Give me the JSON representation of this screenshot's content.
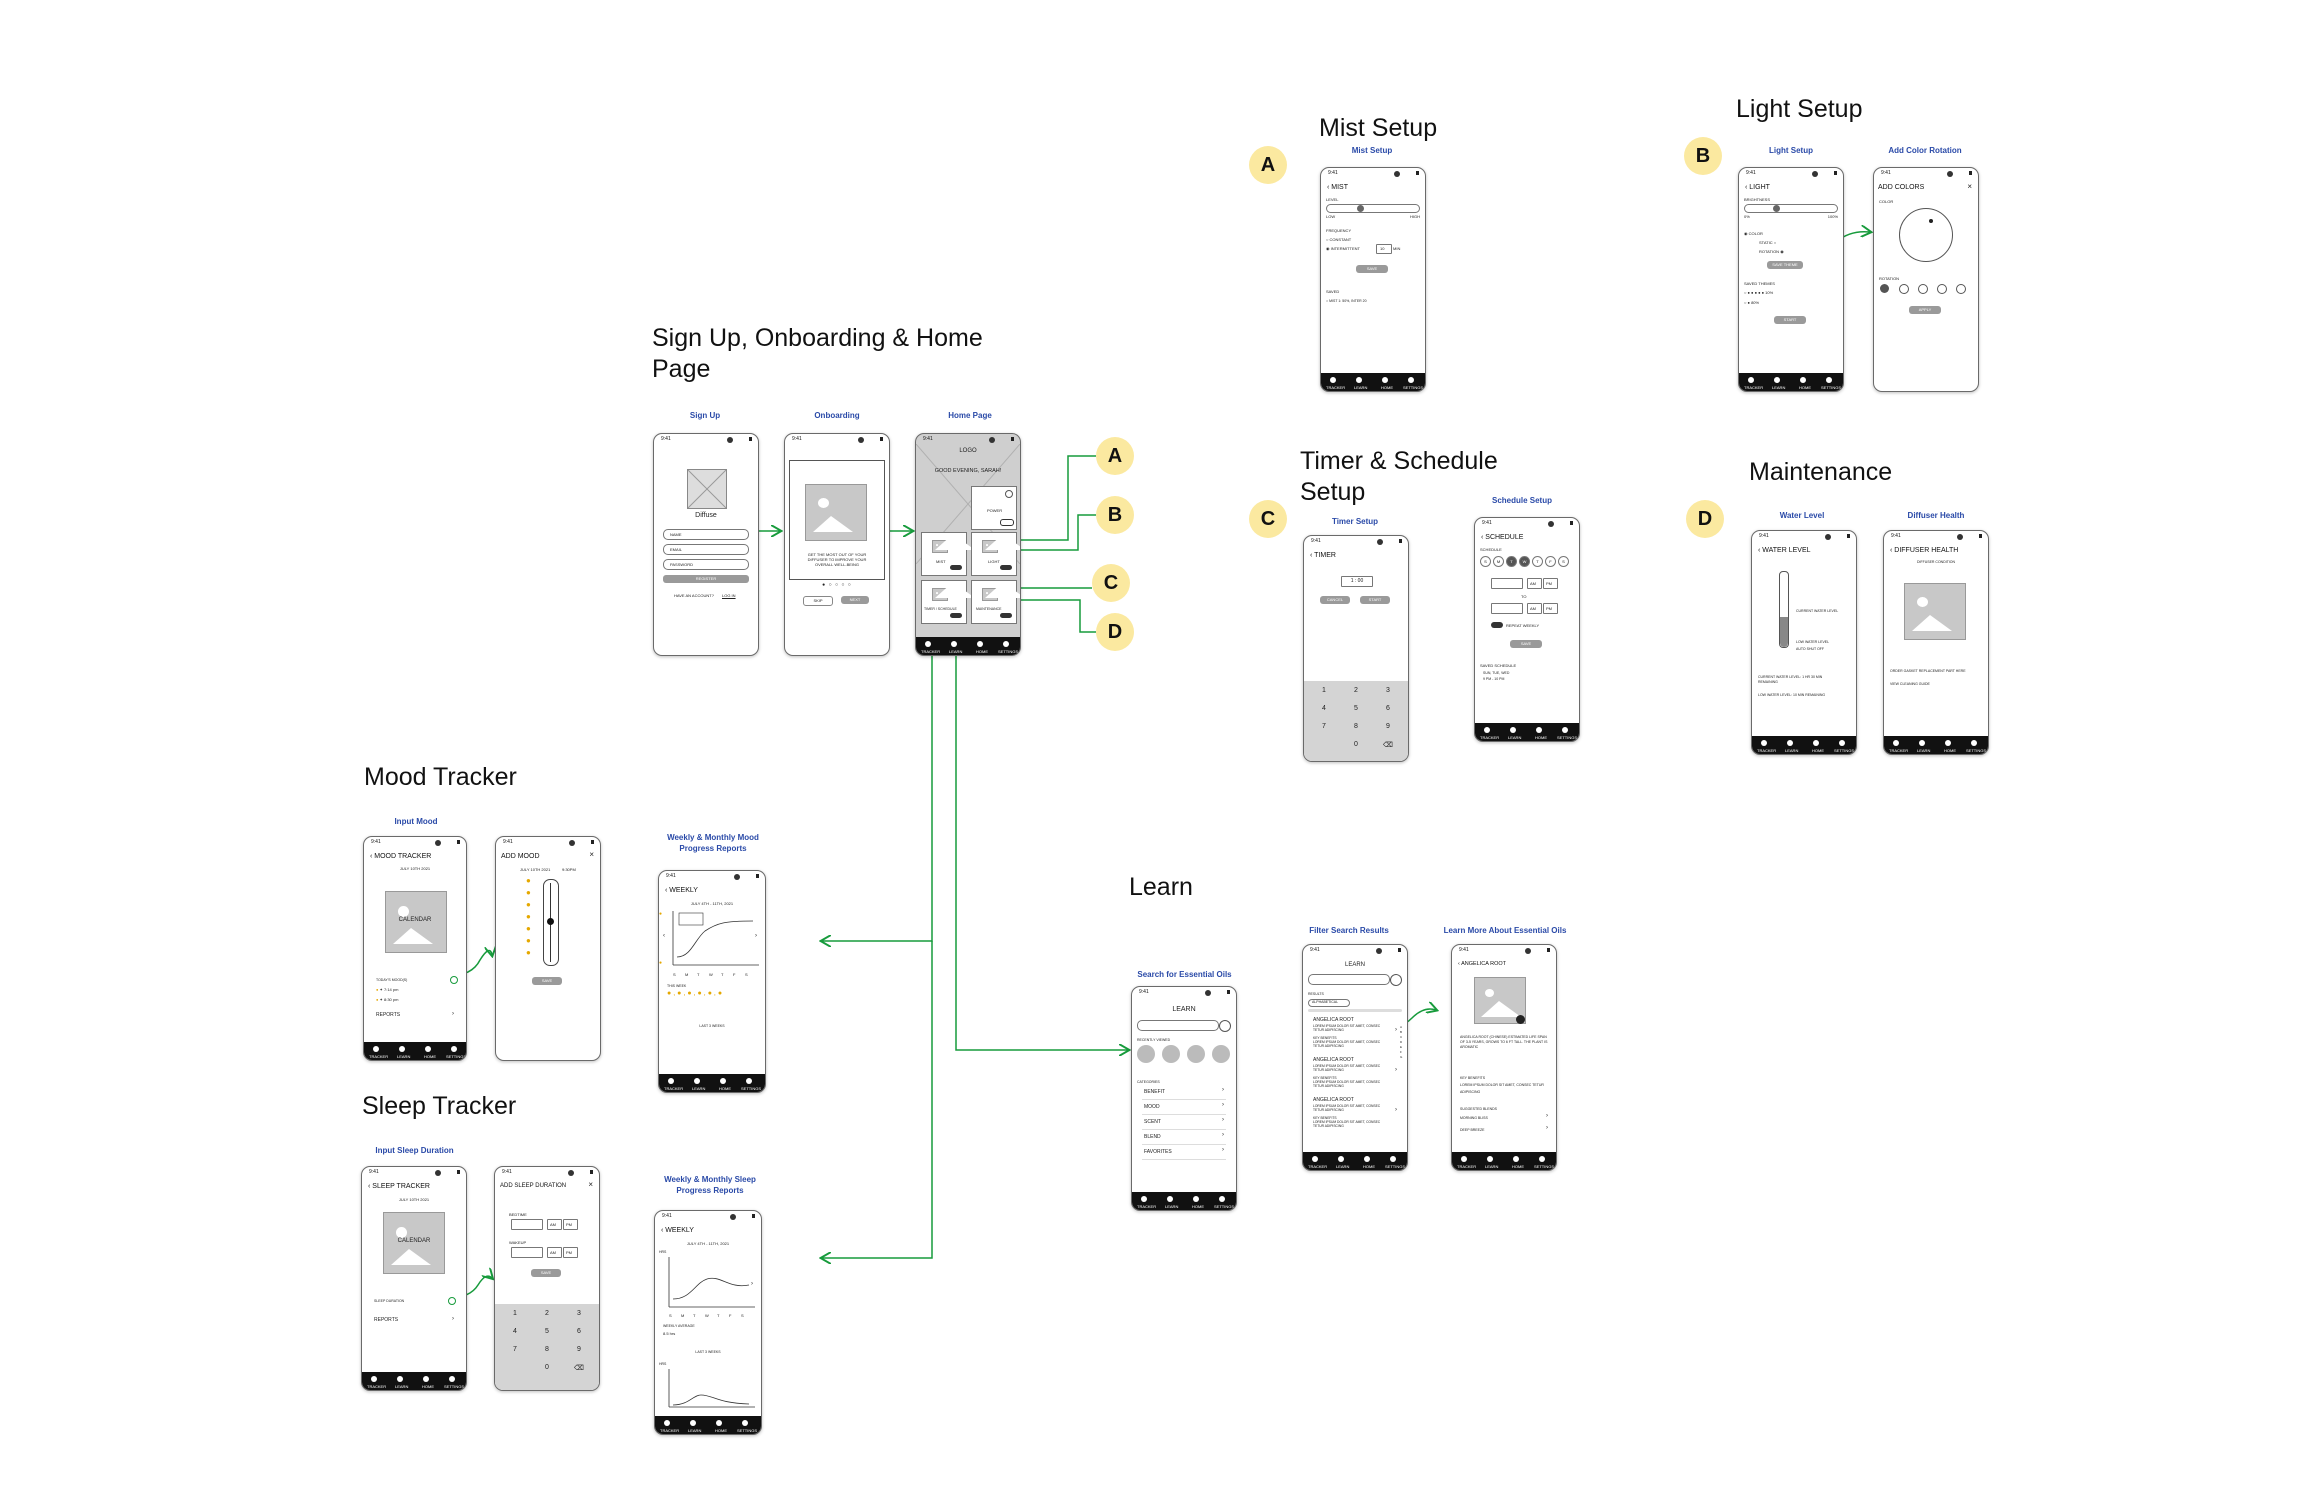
{
  "sections": {
    "signup": "Sign Up, Onboarding & Home\nPage",
    "mist": "Mist Setup",
    "light": "Light Setup",
    "timer": "Timer & Schedule\nSetup",
    "maint": "Maintenance",
    "mood": "Mood Tracker",
    "sleep": "Sleep Tracker",
    "learn": "Learn"
  },
  "frame_labels": {
    "signup": "Sign Up",
    "onboarding": "Onboarding",
    "home": "Home Page",
    "mist": "Mist Setup",
    "light": "Light Setup",
    "color": "Add Color Rotation",
    "timer": "Timer Setup",
    "schedule": "Schedule Setup",
    "water": "Water Level",
    "health": "Diffuser Health",
    "input_mood": "Input Mood",
    "mood_reports": "Weekly & Monthly Mood\nProgress Reports",
    "input_sleep": "Input Sleep Duration",
    "sleep_reports": "Weekly & Monthly Sleep\nProgress Reports",
    "search": "Search for Essential Oils",
    "filter": "Filter Search Results",
    "learn_more": "Learn More About Essential Oils"
  },
  "badges": {
    "a": "A",
    "b": "B",
    "c": "C",
    "d": "D"
  },
  "nav": {
    "n1": "TRACKER",
    "n2": "LEARN",
    "n3": "HOME",
    "n4": "SETTINGS"
  },
  "status_time": "9:41",
  "signup": {
    "app": "Diffuse",
    "name": "NAME",
    "email": "EMAIL",
    "password": "PASSWORD",
    "register": "REGISTER",
    "have_account": "HAVE AN ACCOUNT?",
    "login": "LOG IN"
  },
  "onboarding": {
    "text": "GET THE MOST OUT OF YOUR DIFFUSER TO IMPROVE YOUR OVERALL WELL-BEING",
    "skip": "SKIP",
    "next": "NEXT"
  },
  "home": {
    "logo": "LOGO",
    "greeting": "GOOD EVENING, SARAH!",
    "power": "POWER",
    "mist": "MIST",
    "light": "LIGHT",
    "timer": "TIMER / SCHEDULE",
    "maintenance": "MAINTENANCE"
  },
  "mist": {
    "header": "MIST",
    "level": "LEVEL",
    "low": "LOW",
    "high": "HIGH",
    "frequency": "FREQUENCY",
    "constant": "CONSTANT",
    "intermittent": "INTERMITTENT",
    "minutes": "10",
    "min": "MIN",
    "save": "SAVE",
    "saved": "SAVED",
    "preset": "MIST 1: 50%, INTER 20"
  },
  "light": {
    "header": "LIGHT",
    "brightness": "BRIGHTNESS",
    "zero": "0%",
    "hundred": "100%",
    "color": "COLOR",
    "static": "STATIC",
    "rotation": "ROTATION",
    "save_theme": "SAVE THEME",
    "saved_themes": "SAVED THEMES",
    "t1": "10%",
    "t2": "80%",
    "start": "START"
  },
  "colors": {
    "header": "ADD COLORS",
    "color": "COLOR",
    "rotation": "ROTATION",
    "apply": "APPLY"
  },
  "timer": {
    "header": "TIMER",
    "value": "1 : 00",
    "cancel": "CANCEL",
    "start": "START",
    "keys": [
      "1",
      "2",
      "3",
      "4",
      "5",
      "6",
      "7",
      "8",
      "9",
      "",
      "0",
      "⌫"
    ]
  },
  "schedule": {
    "header": "SCHEDULE",
    "schedule": "SCHEDULE",
    "days": [
      "S",
      "M",
      "T",
      "W",
      "T",
      "F",
      "S"
    ],
    "am": "AM",
    "pm": "PM",
    "to": "TO",
    "repeat": "REPEAT WEEKLY",
    "save": "SAVE",
    "saved": "SAVED SCHEDULE",
    "saved1": "SUN, TUE, WED",
    "saved2": "9 PM - 10 PM"
  },
  "water": {
    "header": "WATER LEVEL",
    "current": "CURRENT WATER LEVEL",
    "low": "LOW WATER LEVEL",
    "auto": "AUTO SHUT OFF",
    "note1": "CURRENT WATER LEVEL: 1 HR 30 MIN REMAINING",
    "note2": "LOW WATER LEVEL: 10 MIN REMAINING"
  },
  "health": {
    "header": "DIFFUSER HEALTH",
    "sub": "DIFFUSER CONDITION",
    "order": "ORDER GASKET REPLACEMENT PART HERE",
    "guide": "VIEW CLEANING GUIDE"
  },
  "mood": {
    "header": "MOOD TRACKER",
    "date": "JULY 10TH 2021",
    "calendar": "CALENDAR",
    "today": "TODAY'S MOOD(S)",
    "t1": "7:14 pm",
    "t2": "8:30 pm",
    "reports": "REPORTS"
  },
  "add_mood": {
    "header": "ADD MOOD",
    "date": "JULY 10TH 2021",
    "time": "9:30PM",
    "save": "SAVE"
  },
  "mood_weekly": {
    "header": "WEEKLY",
    "range": "JULY 4TH - 11TH, 2021",
    "week": "THIS WEEK",
    "last": "LAST 3 WEEKS",
    "days": [
      "S",
      "M",
      "T",
      "W",
      "T",
      "F",
      "S"
    ]
  },
  "sleep": {
    "header": "SLEEP TRACKER",
    "date": "JULY 10TH 2021",
    "calendar": "CALENDAR",
    "duration": "SLEEP DURATION",
    "reports": "REPORTS"
  },
  "add_sleep": {
    "header": "ADD SLEEP DURATION",
    "bedtime": "BEDTIME",
    "wakeup": "WAKEUP",
    "am": "AM",
    "pm": "PM",
    "save": "SAVE",
    "keys": [
      "1",
      "2",
      "3",
      "4",
      "5",
      "6",
      "7",
      "8",
      "9",
      "",
      "0",
      "⌫"
    ]
  },
  "sleep_weekly": {
    "header": "WEEKLY",
    "range": "JULY 4TH - 11TH, 2021",
    "hrs": "HRS",
    "average": "WEEKLY AVERAGE",
    "avg_val": "8.5 hrs",
    "last": "LAST 3 WEEKS",
    "days": [
      "S",
      "M",
      "T",
      "W",
      "T",
      "F",
      "S"
    ]
  },
  "learn": {
    "header": "LEARN",
    "recent": "RECENTLY VIEWED",
    "categories": "CATEGORIES",
    "items": [
      "BENEFIT",
      "MOOD",
      "SCENT",
      "BLEND",
      "FAVORITES"
    ]
  },
  "filter": {
    "header": "LEARN",
    "results": "RESULTS",
    "sort": "ALPHABETICAL",
    "item": "ANGELICA ROOT",
    "lorem": "LOREM IPSUM DOLOR SIT AMET, CONSEC TETUR ADIPISCING",
    "key": "KEY BENEFITS"
  },
  "detail": {
    "header": "ANGELICA ROOT",
    "desc": "ANGELICA ROOT (CHINESE) ESTIMATED LIFE SPAN OF 3-5 YEARS, GROWS TO 6 FT TALL. THE PLANT IS AROMATIC",
    "key": "KEY BENEFITS",
    "suggested": "SUGGESTED BLENDS",
    "b1": "MORNING BLISS",
    "b2": "DEEP BREEZE"
  },
  "colors_accent": {
    "connector": "#179b3c",
    "label": "#2a4aa8",
    "badge": "#fbe9a0"
  }
}
